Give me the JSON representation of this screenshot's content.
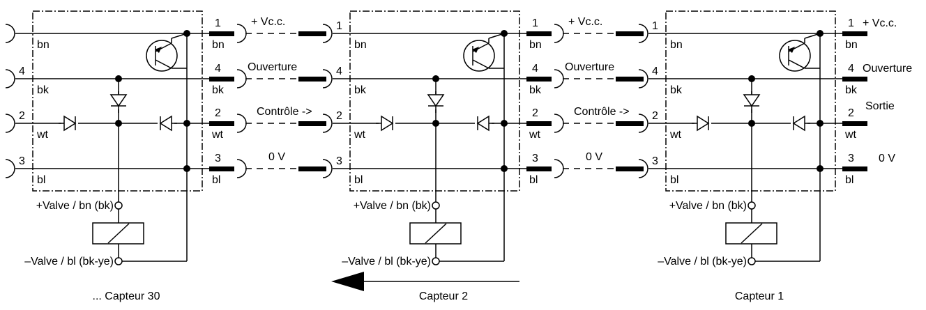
{
  "sensors": [
    {
      "id": "s30",
      "caption": "... Capteur 30",
      "wire_labels": [
        "bn",
        "bk",
        "wt",
        "bl"
      ],
      "in_pins": [
        "",
        "4",
        "2",
        "3"
      ],
      "out_pins": [
        "1",
        "4",
        "2",
        "3"
      ],
      "out_wire_labels": [
        "bn",
        "bk",
        "wt",
        "bl"
      ],
      "valve_plus": "+Valve / bn (bk)",
      "valve_minus": "–Valve / bl (bk-ye)"
    },
    {
      "id": "s2",
      "caption": "Capteur 2",
      "wire_labels": [
        "bn",
        "bk",
        "wt",
        "bl"
      ],
      "in_pins": [
        "1",
        "4",
        "2",
        "3"
      ],
      "out_pins": [
        "1",
        "4",
        "2",
        "3"
      ],
      "out_wire_labels": [
        "bn",
        "bk",
        "wt",
        "bl"
      ],
      "valve_plus": "+Valve / bn (bk)",
      "valve_minus": "–Valve / bl (bk-ye)"
    },
    {
      "id": "s1",
      "caption": "Capteur 1",
      "wire_labels": [
        "bn",
        "bk",
        "wt",
        "bl"
      ],
      "in_pins": [
        "1",
        "4",
        "2",
        "3"
      ],
      "out_pins": [
        "1",
        "4",
        "2",
        "3"
      ],
      "out_wire_labels": [
        "bn",
        "bk",
        "wt",
        "bl"
      ],
      "valve_plus": "+Valve / bn (bk)",
      "valve_minus": "–Valve / bl (bk-ye)"
    }
  ],
  "link_labels": [
    "+ Vc.c.",
    "Ouverture",
    "Contrôle ->",
    "0 V"
  ],
  "end_labels": [
    "+ Vc.c.",
    "Ouverture",
    "Sortie",
    "0 V"
  ],
  "flow_arrow": {
    "direction": "left",
    "icon": "arrow-left-icon"
  }
}
